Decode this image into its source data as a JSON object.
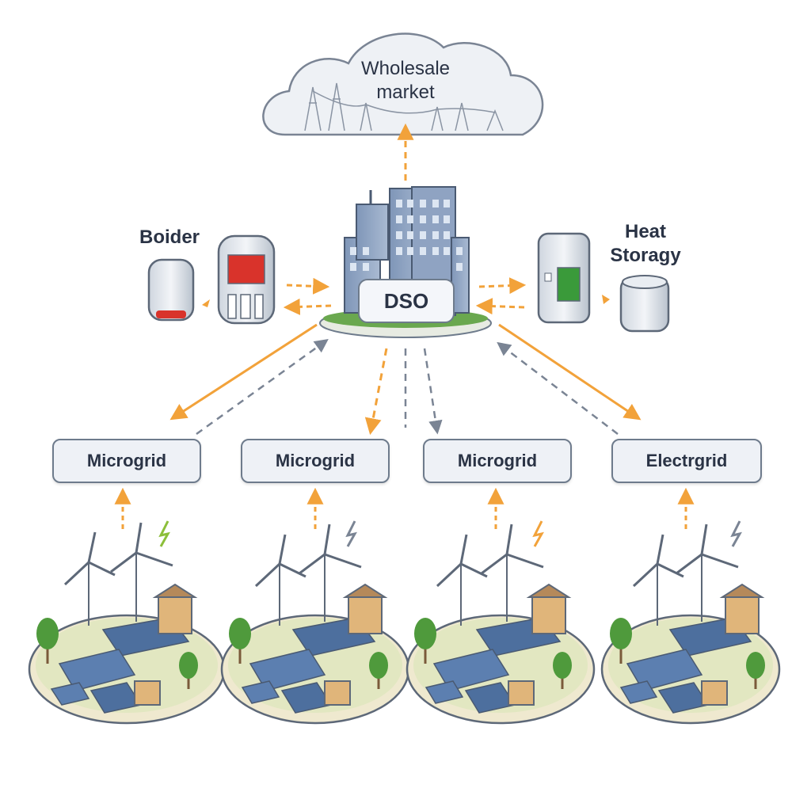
{
  "wholesale": {
    "label_line1": "Wholesale",
    "label_line2": "market"
  },
  "dso": {
    "label": "DSO"
  },
  "boiler": {
    "label": "Boider"
  },
  "heat_storage": {
    "label_line1": "Heat",
    "label_line2": "Storagy"
  },
  "grids": [
    {
      "label": "Microgrid"
    },
    {
      "label": "Microgrid"
    },
    {
      "label": "Microgrid"
    },
    {
      "label": "Electrgrid"
    }
  ],
  "colors": {
    "arrow_orange": "#f2a23a",
    "arrow_gray": "#7a8494",
    "outline": "#6e7b8c",
    "panel": "#4d6f9e",
    "ground": "#efe9cf",
    "tree": "#4f9a3c"
  }
}
